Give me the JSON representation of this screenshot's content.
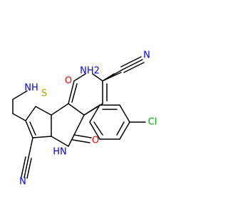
{
  "colors": {
    "background": "#ffffff",
    "bond": "#000000",
    "nitrogen": "#0000ff",
    "oxygen": "#ff0000",
    "sulfur": "#b8a000",
    "chlorine": "#00b000"
  },
  "atoms": {
    "nh2": "NH2",
    "o_ring": "O",
    "s_ring": "S",
    "nh_ethyl": "NH",
    "nh_lactam": "HN",
    "o_carbonyl": "O",
    "cl": "Cl",
    "n_nitrile_top": "N",
    "n_nitrile_bottom": "N"
  }
}
